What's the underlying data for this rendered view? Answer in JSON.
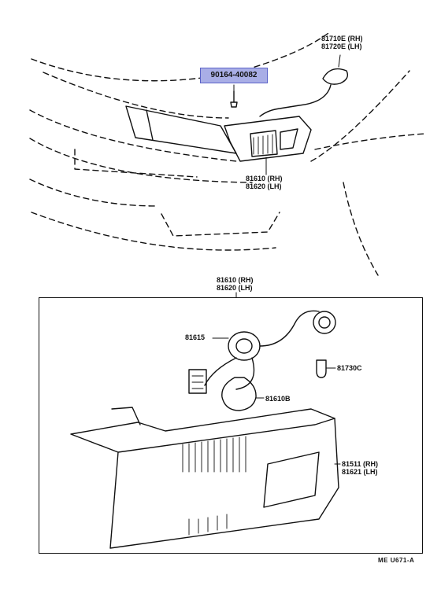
{
  "labels": {
    "p90164": "90164-40082",
    "p81710": "81710E (RH)",
    "p81720": "81720E (LH)",
    "p81610_top_rh": "81610 (RH)",
    "p81620_top_lh": "81620 (LH)",
    "p81610_box_rh": "81610 (RH)",
    "p81620_box_lh": "81620 (LH)",
    "p81615": "81615",
    "p81730C": "81730C",
    "p81610B": "81610B",
    "p81511": "81511 (RH)",
    "p81621": "81621 (LH)",
    "drawing_code": "ME U671-A"
  },
  "colors": {
    "highlight_fill": "#a9aee6",
    "highlight_border": "#5b63c8",
    "line": "#111111"
  }
}
